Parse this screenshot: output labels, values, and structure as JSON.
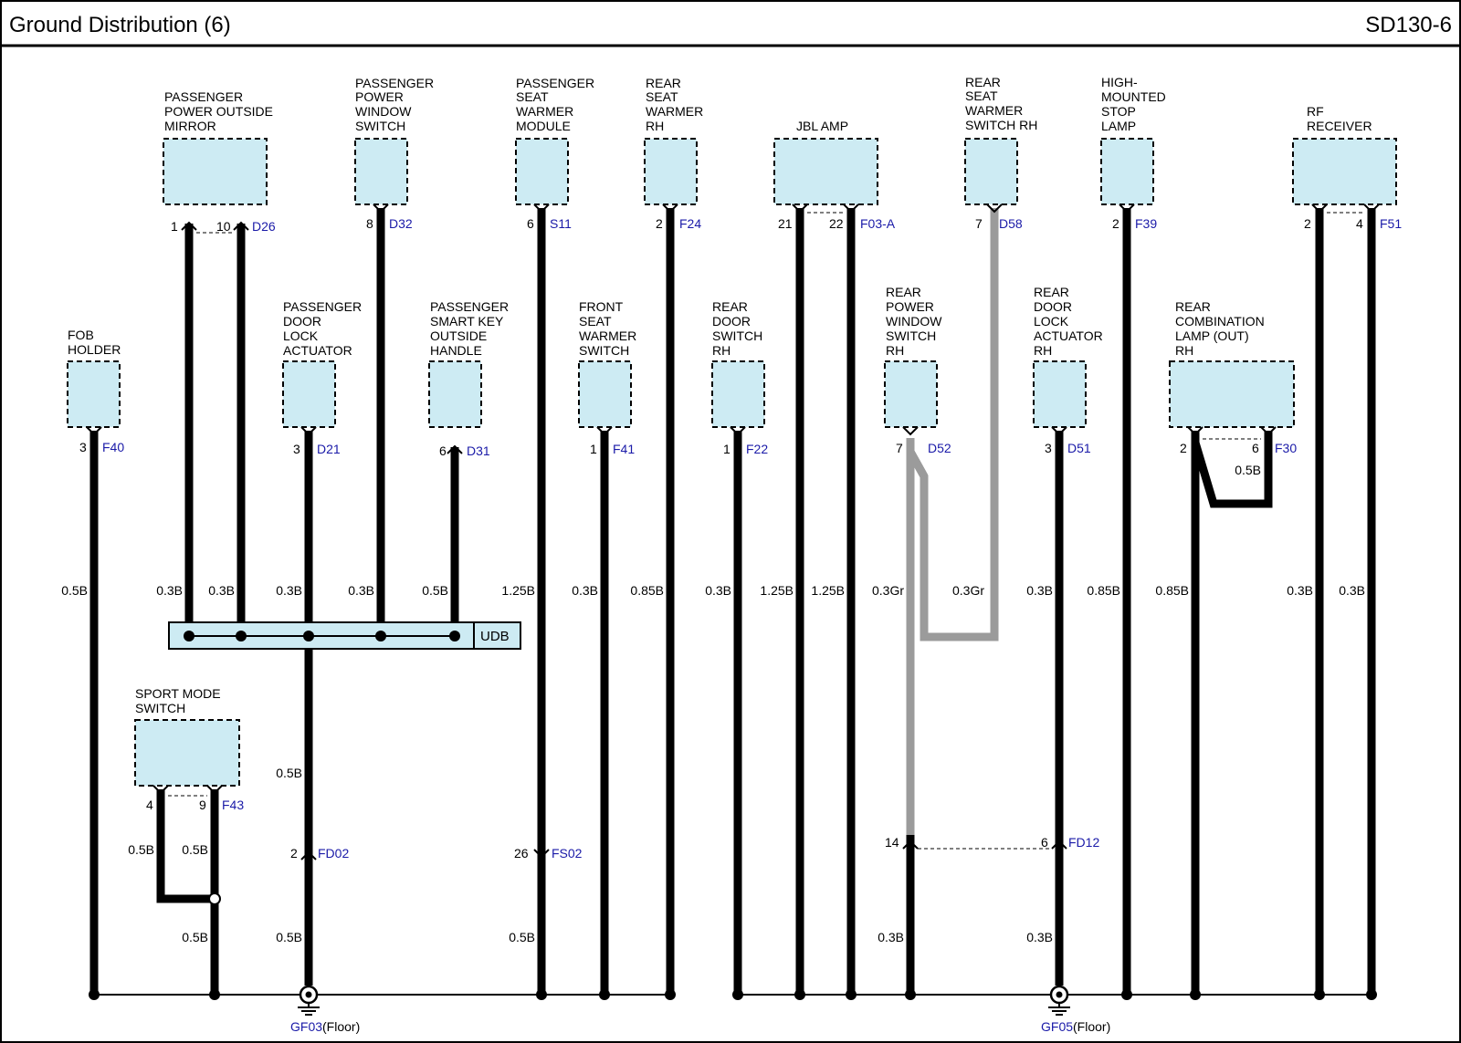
{
  "header": {
    "title": "Ground Distribution (6)",
    "code": "SD130-6"
  },
  "components": {
    "passenger_power_outside_mirror": {
      "lines": [
        "PASSENGER",
        "POWER OUTSIDE",
        "MIRROR"
      ],
      "connector": "D26",
      "pins": [
        "1",
        "10"
      ]
    },
    "passenger_power_window_switch": {
      "lines": [
        "PASSENGER",
        "POWER",
        "WINDOW",
        "SWITCH"
      ],
      "connector": "D32",
      "pins": [
        "8"
      ]
    },
    "passenger_seat_warmer_module": {
      "lines": [
        "PASSENGER",
        "SEAT",
        "WARMER",
        "MODULE"
      ],
      "connector": "S11",
      "pins": [
        "6"
      ]
    },
    "rear_seat_warmer_rh": {
      "lines": [
        "REAR",
        "SEAT",
        "WARMER",
        "RH"
      ],
      "connector": "F24",
      "pins": [
        "2"
      ]
    },
    "jbl_amp": {
      "lines": [
        "JBL AMP"
      ],
      "connector": "F03-A",
      "pins": [
        "21",
        "22"
      ]
    },
    "rear_seat_warmer_switch_rh": {
      "lines": [
        "REAR",
        "SEAT",
        "WARMER",
        "SWITCH RH"
      ],
      "connector": "D58",
      "pins": [
        "7"
      ]
    },
    "high_mounted_stop_lamp": {
      "lines": [
        "HIGH-",
        "MOUNTED",
        "STOP",
        "LAMP"
      ],
      "connector": "F39",
      "pins": [
        "2"
      ]
    },
    "rf_receiver": {
      "lines": [
        "RF",
        "RECEIVER"
      ],
      "connector": "F51",
      "pins": [
        "2",
        "4"
      ]
    },
    "fob_holder": {
      "lines": [
        "FOB",
        "HOLDER"
      ],
      "connector": "F40",
      "pins": [
        "3"
      ]
    },
    "passenger_door_lock_actuator": {
      "lines": [
        "PASSENGER",
        "DOOR",
        "LOCK",
        "ACTUATOR"
      ],
      "connector": "D21",
      "pins": [
        "3"
      ]
    },
    "passenger_smart_key_outside_handle": {
      "lines": [
        "PASSENGER",
        "SMART KEY",
        "OUTSIDE",
        "HANDLE"
      ],
      "connector": "D31",
      "pins": [
        "6"
      ]
    },
    "front_seat_warmer_switch": {
      "lines": [
        "FRONT",
        "SEAT",
        "WARMER",
        "SWITCH"
      ],
      "connector": "F41",
      "pins": [
        "1"
      ]
    },
    "rear_door_switch_rh": {
      "lines": [
        "REAR",
        "DOOR",
        "SWITCH",
        "RH"
      ],
      "connector": "F22",
      "pins": [
        "1"
      ]
    },
    "rear_power_window_switch_rh": {
      "lines": [
        "REAR",
        "POWER",
        "WINDOW",
        "SWITCH",
        "RH"
      ],
      "connector": "D52",
      "pins": [
        "7"
      ]
    },
    "rear_door_lock_actuator_rh": {
      "lines": [
        "REAR",
        "DOOR",
        "LOCK",
        "ACTUATOR",
        "RH"
      ],
      "connector": "D51",
      "pins": [
        "3"
      ]
    },
    "rear_combination_lamp_out_rh": {
      "lines": [
        "REAR",
        "COMBINATION",
        "LAMP (OUT)",
        "RH"
      ],
      "connector": "F30",
      "pins": [
        "2",
        "6"
      ]
    },
    "sport_mode_switch": {
      "lines": [
        "SPORT MODE",
        "SWITCH"
      ],
      "connector": "F43",
      "pins": [
        "4",
        "9"
      ]
    }
  },
  "udb_label": "UDB",
  "wires": {
    "fob": "0.5B",
    "mirror1": "0.3B",
    "mirror10": "0.3B",
    "door_lock": "0.3B",
    "window_sw": "0.3B",
    "smart_key": "0.5B",
    "seat_module": "1.25B",
    "front_seat_sw": "0.3B",
    "rear_seat_warmer": "0.85B",
    "rear_door_sw": "0.3B",
    "jbl21": "1.25B",
    "jbl22": "1.25B",
    "rear_window_sw": "0.3Gr",
    "rear_warmer_sw": "0.3Gr",
    "rear_lock": "0.3B",
    "stop_lamp": "0.85B",
    "comb_lamp": "0.85B",
    "comb_lamp_loop": "0.5B",
    "rf2": "0.3B",
    "rf4": "0.3B",
    "door_lock_lower": "0.5B",
    "door_lock_bottom": "0.5B",
    "sport4": "0.5B",
    "sport9": "0.5B",
    "sport_bottom": "0.5B",
    "seat_module_bottom": "0.5B",
    "rear_window_bottom": "0.3B",
    "rear_lock_bottom": "0.3B"
  },
  "inline_connectors": {
    "fd02": {
      "id": "FD02",
      "pin": "2"
    },
    "fs02": {
      "id": "FS02",
      "pin": "26"
    },
    "fd12_left": {
      "pin": "14"
    },
    "fd12_right": {
      "id": "FD12",
      "pin": "6"
    }
  },
  "grounds": {
    "gf03": {
      "id": "GF03",
      "location": "(Floor)"
    },
    "gf05": {
      "id": "GF05",
      "location": "(Floor)"
    }
  }
}
